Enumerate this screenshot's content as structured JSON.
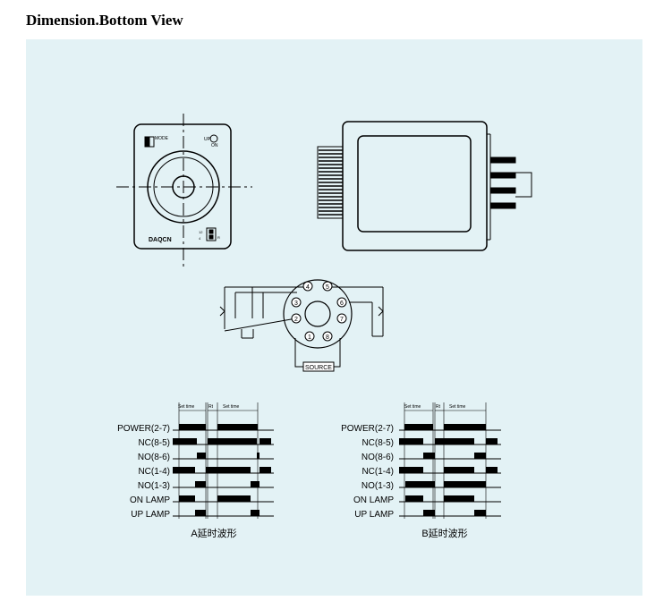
{
  "page": {
    "title": "Dimension.Bottom View"
  },
  "front": {
    "mode_label": "MODE",
    "up_label": "UP",
    "on_label": "ON",
    "brand": "DAQCN",
    "switch_left_top": "12",
    "switch_left_bottom": "4",
    "switch_right": "R"
  },
  "wiring": {
    "pins": [
      "1",
      "2",
      "3",
      "4",
      "5",
      "6",
      "7",
      "8"
    ],
    "source_label": "SOURCE"
  },
  "timing": [
    {
      "set_time_label_1": "Set time",
      "rt_label": "Rt",
      "set_time_label_2": "Set time",
      "rows": [
        "POWER(2-7)",
        "NC(8-5)",
        "NO(8-6)",
        "NC(1-4)",
        "NO(1-3)",
        "ON LAMP",
        "UP LAMP"
      ],
      "caption": "A延时波形"
    },
    {
      "set_time_label_1": "Set time",
      "rt_label": "Rt",
      "set_time_label_2": "Set time",
      "rows": [
        "POWER(2-7)",
        "NC(8-5)",
        "NO(8-6)",
        "NC(1-4)",
        "NO(1-3)",
        "ON LAMP",
        "UP LAMP"
      ],
      "caption": "B延时波形"
    }
  ]
}
